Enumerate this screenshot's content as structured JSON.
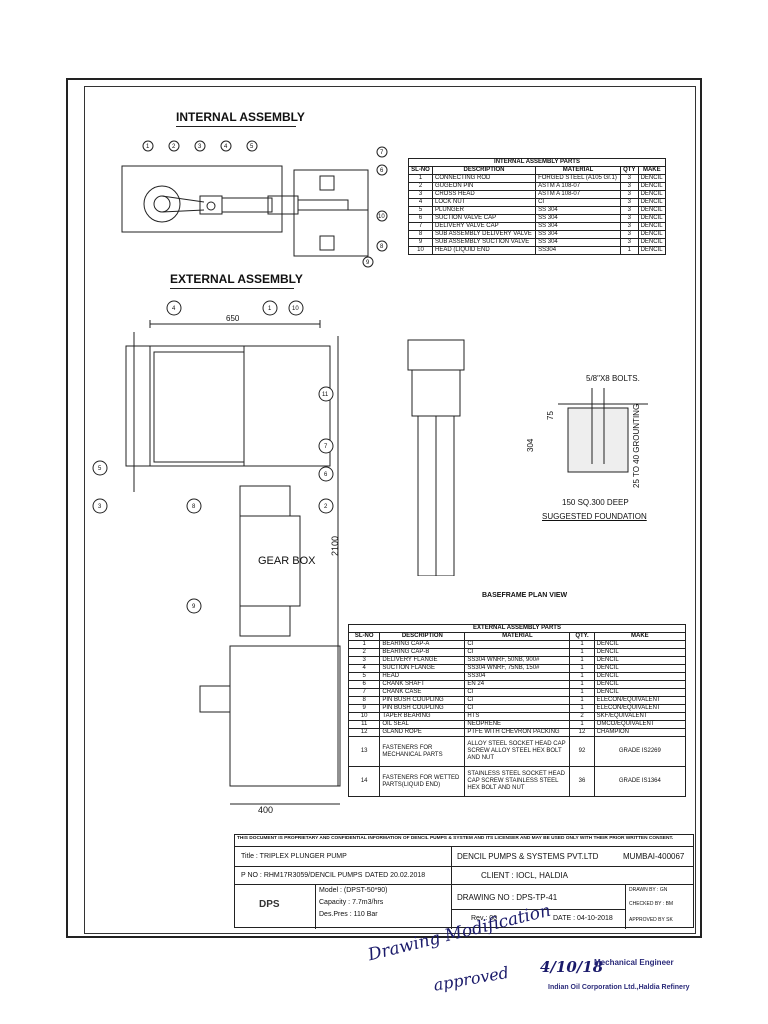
{
  "internal_assembly": {
    "heading": "INTERNAL ASSEMBLY",
    "callouts": [
      "1",
      "2",
      "3",
      "4",
      "5",
      "6",
      "7",
      "8",
      "9",
      "10"
    ],
    "table_title": "INTERNAL ASSEMBLY PARTS",
    "columns": [
      "SL-NO",
      "DESCRIPTION",
      "MATERIAL",
      "QTY",
      "MAKE"
    ],
    "rows": [
      [
        "1",
        "CONNECTING ROD",
        "FORGED STEEL (A105 Gr.1)",
        "3",
        "DENCIL"
      ],
      [
        "2",
        "GUGEON PIN",
        "ASTM A 108-07",
        "3",
        "DENCIL"
      ],
      [
        "3",
        "CROSS HEAD",
        "ASTM A 108-07",
        "3",
        "DENCIL"
      ],
      [
        "4",
        "LOCK NUT",
        "CI",
        "3",
        "DENCIL"
      ],
      [
        "5",
        "PLUNGER",
        "SS 304",
        "3",
        "DENCIL"
      ],
      [
        "6",
        "SUCTION VALVE CAP",
        "SS 304",
        "3",
        "DENCIL"
      ],
      [
        "7",
        "DELIVERY VALVE CAP",
        "SS 304",
        "3",
        "DENCIL"
      ],
      [
        "8",
        "SUB ASSEMBLY DELIVERY VALVE",
        "SS 304",
        "3",
        "DENCIL"
      ],
      [
        "9",
        "SUB ASSEMBLY SUCTION VALVE",
        "SS 304",
        "3",
        "DENCIL"
      ],
      [
        "10",
        "HEAD (LIQUID END",
        "SS304",
        "1",
        "DENCIL"
      ]
    ]
  },
  "external_assembly": {
    "heading": "EXTERNAL ASSEMBLY",
    "dim_width": "650",
    "dim_height": "2100",
    "dim_base": "400",
    "gear_box": "GEAR BOX",
    "callouts": [
      "4",
      "1",
      "10",
      "11",
      "7",
      "6",
      "2",
      "5",
      "3",
      "8",
      "9"
    ],
    "table_title": "EXTERNAL ASSEMBLY PARTS",
    "columns": [
      "SL-NO",
      "DESCRIPTION",
      "MATERIAL",
      "QTY.",
      "MAKE"
    ],
    "rows": [
      [
        "1",
        "BEARING CAP-A",
        "CI",
        "1",
        "DENCIL"
      ],
      [
        "2",
        "BEARING CAP-B",
        "CI",
        "1",
        "DENCIL"
      ],
      [
        "3",
        "DELIVERY FLANGE",
        "SS304 WNRF, 50NB, 900#",
        "1",
        "DENCIL"
      ],
      [
        "4",
        "SUCTION FLANGE",
        "SS304 WNRF, 75NB, 150#",
        "1",
        "DENCIL"
      ],
      [
        "5",
        "HEAD",
        "SS304",
        "1",
        "DENCIL"
      ],
      [
        "6",
        "CRANK SHAFT",
        "EN 24",
        "1",
        "DENCIL"
      ],
      [
        "7",
        "CRANK CASE",
        "CI",
        "1",
        "DENCIL"
      ],
      [
        "8",
        "PIN BUSH COUPLING",
        "CI",
        "1",
        "ELECON/EQUIVALENT"
      ],
      [
        "9",
        "PIN BUSH COUPLING",
        "CI",
        "1",
        "ELECON/EQUIVALENT"
      ],
      [
        "10",
        "TAPER BEARING",
        "HTS",
        "2",
        "SKF/EQUIVALENT"
      ],
      [
        "11",
        "OIL SEAL",
        "NEOPRENE",
        "1",
        "OMCO/EQUIVALENT"
      ],
      [
        "12",
        "GLAND ROPE",
        "PTFE WITH CHEVRON PACKING",
        "12",
        "CHAMPION"
      ]
    ],
    "row13": {
      "sl": "13",
      "desc": "FASTENERS FOR MECHANICAL PARTS",
      "material": "ALLOY STEEL SOCKET HEAD CAP SCREW ALLOY STEEL HEX BOLT AND NUT",
      "qty": "92",
      "make": "GRADE IS2269"
    },
    "row14": {
      "sl": "14",
      "desc": "FASTENERS FOR WETTED PARTS(LIQUID END)",
      "material": "STAINLESS STEEL SOCKET HEAD CAP SCREW STAINLESS STEEL HEX BOLT AND NUT",
      "qty": "36",
      "make": "GRADE IS1364"
    }
  },
  "baseframe": {
    "label": "BASEFRAME PLAN VIEW"
  },
  "foundation": {
    "bolts": "5/8\"X8 BOLTS.",
    "dim_75": "75",
    "dim_304": "304",
    "grouting": "25 TO 40 GROUNTING",
    "deep": "150 SQ.300 DEEP",
    "label": "SUGGESTED FOUNDATION"
  },
  "title_block": {
    "notice": "THIS DOCUMENT IS PROPRIETARY AND CONFIDENTIAL INFORMATION OF DENCIL PUMPS & SYSTEM AND ITS LICENSER AND MAY BE USED ONLY WITH THEIR PRIOR WRITTEN CONSENT.",
    "title": "Title : TRIPLEX PLUNGER PUMP",
    "company": "DENCIL PUMPS & SYSTEMS PVT.LTD",
    "city": "MUMBAI-400067",
    "pno": "P NO : RHM17R3059/DENCIL PUMPS",
    "dated": "DATED 20.02.2018",
    "client": "CLIENT : IOCL, HALDIA",
    "logo": "DPS",
    "model": "Model : (DPST-50*90)",
    "capacity": "Capacity : 7.7m3/hrs",
    "despres": "Des.Pres : 110 Bar",
    "drawing_no": "DRAWING NO : DPS-TP-41",
    "drawn_by": "DRAWN BY : GN",
    "checked_by": "CHECKED BY : BM",
    "rev": "Rev : 00",
    "date": "DATE : 04-10-2018",
    "approved_by": "APPROVED BY SK"
  },
  "annotation": {
    "handwritten_1": "Drawing Modification",
    "handwritten_2": "approved",
    "signature_date": "4/10/18",
    "stamp_1": "Mechanical Engineer",
    "stamp_2": "Indian Oil Corporation Ltd.,Haldia Refinery"
  }
}
